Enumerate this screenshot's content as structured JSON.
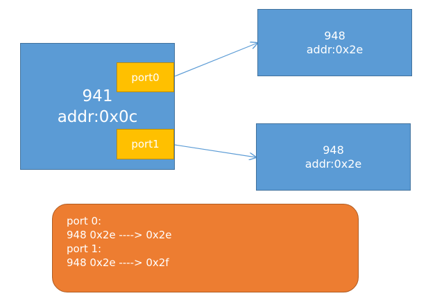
{
  "device_main": {
    "id": "941",
    "addr": "addr:0x0c",
    "ports": {
      "port0": "port0",
      "port1": "port1"
    }
  },
  "device_target_a": {
    "id": "948",
    "addr": "addr:0x2e"
  },
  "device_target_b": {
    "id": "948",
    "addr": "addr:0x2e"
  },
  "mapping_note": {
    "lines": [
      "port 0:",
      "948 0x2e ----> 0x2e",
      "port 1:",
      "948 0x2e ----> 0x2f"
    ]
  },
  "colors": {
    "device_fill": "#5b9bd5",
    "port_fill": "#ffc000",
    "note_fill": "#ed7d31",
    "connector": "#5b9bd5"
  }
}
